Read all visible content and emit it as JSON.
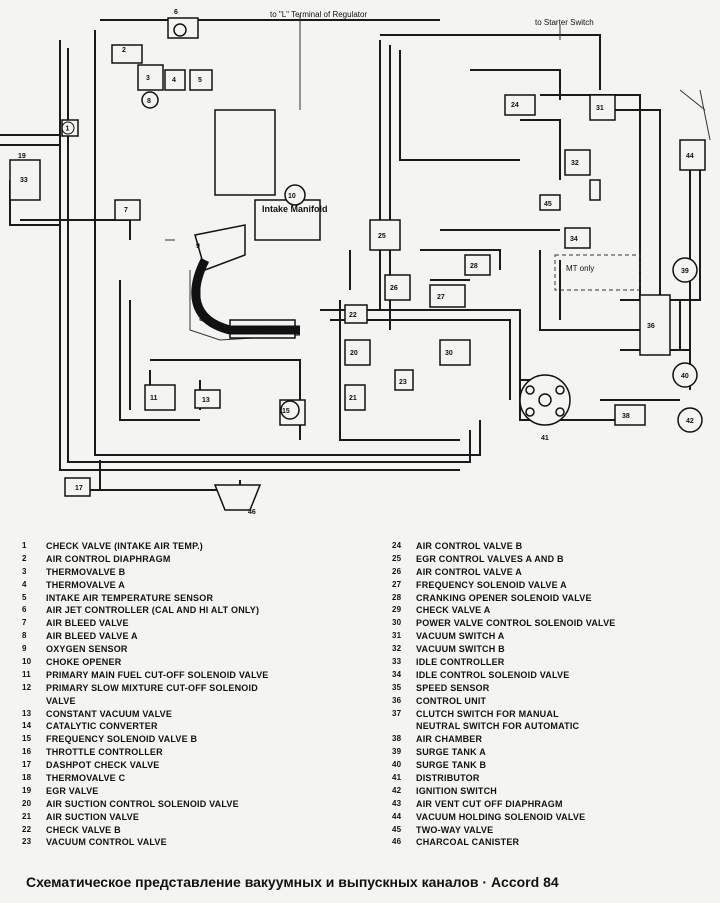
{
  "diagram": {
    "top_labels": {
      "regulator": "to \"L\" Terminal of Regulator",
      "starter": "to Starter Switch"
    },
    "intake_manifold": "Intake Manifold",
    "mt_only": "MT only"
  },
  "legend_left": [
    {
      "num": "1",
      "text": "CHECK VALVE (INTAKE AIR TEMP.)"
    },
    {
      "num": "2",
      "text": "AIR CONTROL DIAPHRAGM"
    },
    {
      "num": "3",
      "text": "THERMOVALVE B"
    },
    {
      "num": "4",
      "text": "THERMOVALVE A"
    },
    {
      "num": "5",
      "text": "INTAKE AIR TEMPERATURE SENSOR"
    },
    {
      "num": "6",
      "text": "AIR JET CONTROLLER (CAL AND HI ALT ONLY)"
    },
    {
      "num": "7",
      "text": "AIR BLEED VALVE"
    },
    {
      "num": "8",
      "text": "AIR BLEED VALVE A"
    },
    {
      "num": "9",
      "text": "OXYGEN SENSOR"
    },
    {
      "num": "10",
      "text": "CHOKE OPENER"
    },
    {
      "num": "11",
      "text": "PRIMARY MAIN FUEL CUT-OFF SOLENOID VALVE"
    },
    {
      "num": "12",
      "text": "PRIMARY SLOW MIXTURE CUT-OFF SOLENOID"
    },
    {
      "num": "",
      "text": "VALVE"
    },
    {
      "num": "13",
      "text": "CONSTANT VACUUM VALVE"
    },
    {
      "num": "14",
      "text": "CATALYTIC CONVERTER"
    },
    {
      "num": "15",
      "text": "FREQUENCY SOLENOID VALVE B"
    },
    {
      "num": "16",
      "text": "THROTTLE CONTROLLER"
    },
    {
      "num": "17",
      "text": "DASHPOT CHECK VALVE"
    },
    {
      "num": "18",
      "text": "THERMOVALVE C"
    },
    {
      "num": "19",
      "text": "EGR VALVE"
    },
    {
      "num": "20",
      "text": "AIR SUCTION CONTROL SOLENOID VALVE"
    },
    {
      "num": "21",
      "text": "AIR SUCTION VALVE"
    },
    {
      "num": "22",
      "text": "CHECK VALVE B"
    },
    {
      "num": "23",
      "text": "VACUUM CONTROL VALVE"
    }
  ],
  "legend_right": [
    {
      "num": "24",
      "text": "AIR CONTROL VALVE B"
    },
    {
      "num": "25",
      "text": "EGR CONTROL VALVES A AND B"
    },
    {
      "num": "26",
      "text": "AIR CONTROL VALVE A"
    },
    {
      "num": "27",
      "text": "FREQUENCY SOLENOID VALVE A"
    },
    {
      "num": "28",
      "text": "CRANKING OPENER SOLENOID VALVE"
    },
    {
      "num": "29",
      "text": "CHECK VALVE A"
    },
    {
      "num": "30",
      "text": "POWER VALVE CONTROL SOLENOID VALVE"
    },
    {
      "num": "31",
      "text": "VACUUM SWITCH A"
    },
    {
      "num": "32",
      "text": "VACUUM SWITCH B"
    },
    {
      "num": "33",
      "text": "IDLE CONTROLLER"
    },
    {
      "num": "34",
      "text": "IDLE CONTROL SOLENOID VALVE"
    },
    {
      "num": "35",
      "text": "SPEED SENSOR"
    },
    {
      "num": "36",
      "text": "CONTROL UNIT"
    },
    {
      "num": "37",
      "text": "CLUTCH SWITCH FOR MANUAL"
    },
    {
      "num": "",
      "text": "NEUTRAL SWITCH FOR AUTOMATIC"
    },
    {
      "num": "38",
      "text": "AIR CHAMBER"
    },
    {
      "num": "39",
      "text": "SURGE TANK A"
    },
    {
      "num": "40",
      "text": "SURGE TANK B"
    },
    {
      "num": "41",
      "text": "DISTRIBUTOR"
    },
    {
      "num": "42",
      "text": "IGNITION SWITCH"
    },
    {
      "num": "43",
      "text": "AIR VENT CUT OFF DIAPHRAGM"
    },
    {
      "num": "44",
      "text": "VACUUM HOLDING SOLENOID VALVE"
    },
    {
      "num": "45",
      "text": "TWO-WAY VALVE"
    },
    {
      "num": "46",
      "text": "CHARCOAL CANISTER"
    }
  ],
  "caption": "Схематическое представление вакуумных и выпускных  каналов · Accord 84"
}
